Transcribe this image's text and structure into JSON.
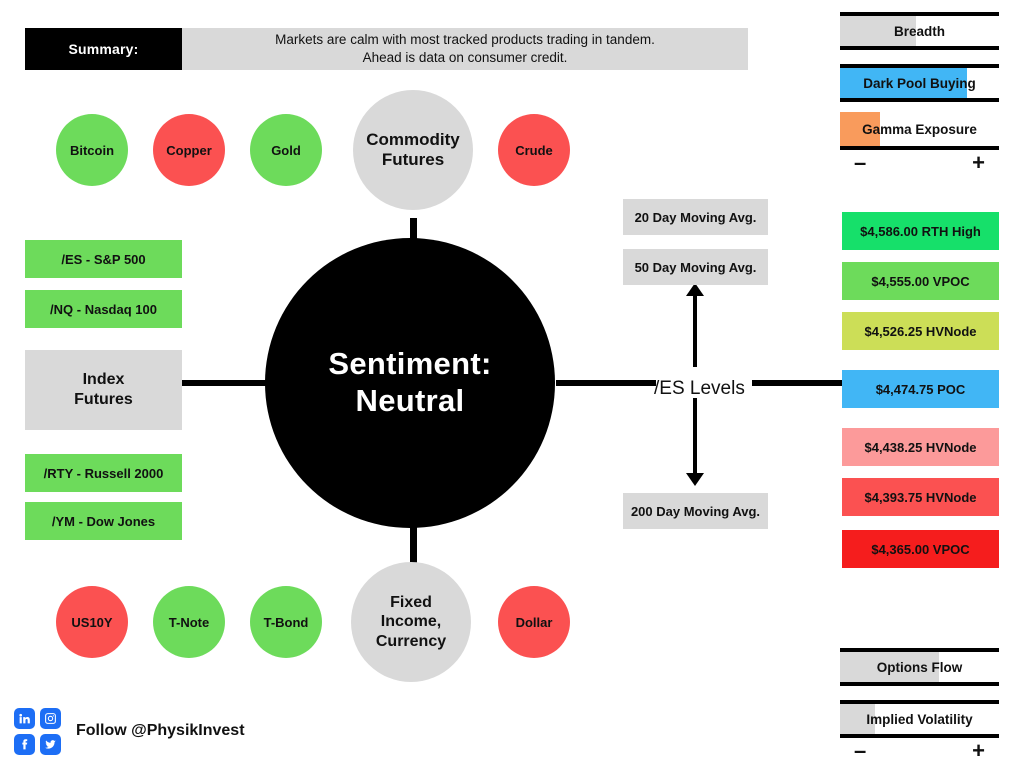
{
  "summary": {
    "label": "Summary:",
    "line1": "Markets are calm with most tracked products trading in tandem.",
    "line2": "Ahead is data on consumer credit."
  },
  "center": {
    "line1": "Sentiment:",
    "line2": "Neutral"
  },
  "commodities": {
    "hub": {
      "line1": "Commodity",
      "line2": "Futures"
    },
    "items": [
      {
        "label": "Bitcoin",
        "color": "#6ddb5b",
        "state": "up"
      },
      {
        "label": "Copper",
        "color": "#fb5151",
        "state": "down"
      },
      {
        "label": "Gold",
        "color": "#6ddb5b",
        "state": "up"
      },
      {
        "label": "Crude",
        "color": "#fb5151",
        "state": "down"
      }
    ]
  },
  "fixed_income": {
    "hub": {
      "line1": "Fixed",
      "line2": "Income,",
      "line3": "Currency"
    },
    "items": [
      {
        "label": "US10Y",
        "color": "#fb5151",
        "state": "down"
      },
      {
        "label": "T-Note",
        "color": "#6ddb5b",
        "state": "up"
      },
      {
        "label": "T-Bond",
        "color": "#6ddb5b",
        "state": "up"
      },
      {
        "label": "Dollar",
        "color": "#fb5151",
        "state": "down"
      }
    ]
  },
  "index_futures": {
    "hub": {
      "line1": "Index",
      "line2": "Futures"
    },
    "above": [
      {
        "label": "/ES - S&P 500",
        "color": "#6ddb5b"
      },
      {
        "label": "/NQ - Nasdaq 100",
        "color": "#6ddb5b"
      }
    ],
    "below": [
      {
        "label": "/RTY - Russell 2000",
        "color": "#6ddb5b"
      },
      {
        "label": "/YM - Dow Jones",
        "color": "#6ddb5b"
      }
    ]
  },
  "es_levels": {
    "title": "/ES Levels",
    "moving_averages_above": [
      {
        "label": "20 Day Moving Avg."
      },
      {
        "label": "50 Day Moving Avg."
      }
    ],
    "moving_averages_below": [
      {
        "label": "200 Day Moving Avg."
      }
    ],
    "levels": [
      {
        "price": "$4,586.00",
        "name": "RTH High",
        "label": "$4,586.00 RTH High",
        "color": "#16e06a"
      },
      {
        "price": "$4,555.00",
        "name": "VPOC",
        "label": "$4,555.00 VPOC",
        "color": "#6ddb5b"
      },
      {
        "price": "$4,526.25",
        "name": "HVNode",
        "label": "$4,526.25 HVNode",
        "color": "#ccde57"
      },
      {
        "price": "$4,474.75",
        "name": "POC",
        "label": "$4,474.75 POC",
        "color": "#41b6f5"
      },
      {
        "price": "$4,438.25",
        "name": "HVNode",
        "label": "$4,438.25 HVNode",
        "color": "#fc9a9a"
      },
      {
        "price": "$4,393.75",
        "name": "HVNode",
        "label": "$4,393.75 HVNode",
        "color": "#fb5151"
      },
      {
        "price": "$4,365.00",
        "name": "VPOC",
        "label": "$4,365.00 VPOC",
        "color": "#f51d1d"
      }
    ]
  },
  "gauges_top": {
    "items": [
      {
        "label": "Breadth",
        "fill_pct": 48,
        "color": "#d9d9d9",
        "no_top_border": false
      },
      {
        "label": "Dark Pool Buying",
        "fill_pct": 80,
        "color": "#41b6f5",
        "no_top_border": false
      },
      {
        "label": "Gamma Exposure",
        "fill_pct": 25,
        "color": "#f99b5c",
        "no_top_border": true
      }
    ],
    "minus": "–",
    "plus": "+"
  },
  "gauges_bottom": {
    "items": [
      {
        "label": "Options Flow",
        "fill_pct": 62,
        "color": "#d9d9d9",
        "no_top_border": false
      },
      {
        "label": "Implied Volatility",
        "fill_pct": 22,
        "color": "#d9d9d9",
        "no_top_border": false
      }
    ],
    "minus": "–",
    "plus": "+"
  },
  "footer": {
    "follow": "Follow @PhysikInvest",
    "socials": [
      {
        "name": "linkedin-icon"
      },
      {
        "name": "instagram-icon"
      },
      {
        "name": "facebook-icon"
      },
      {
        "name": "twitter-icon"
      }
    ]
  }
}
